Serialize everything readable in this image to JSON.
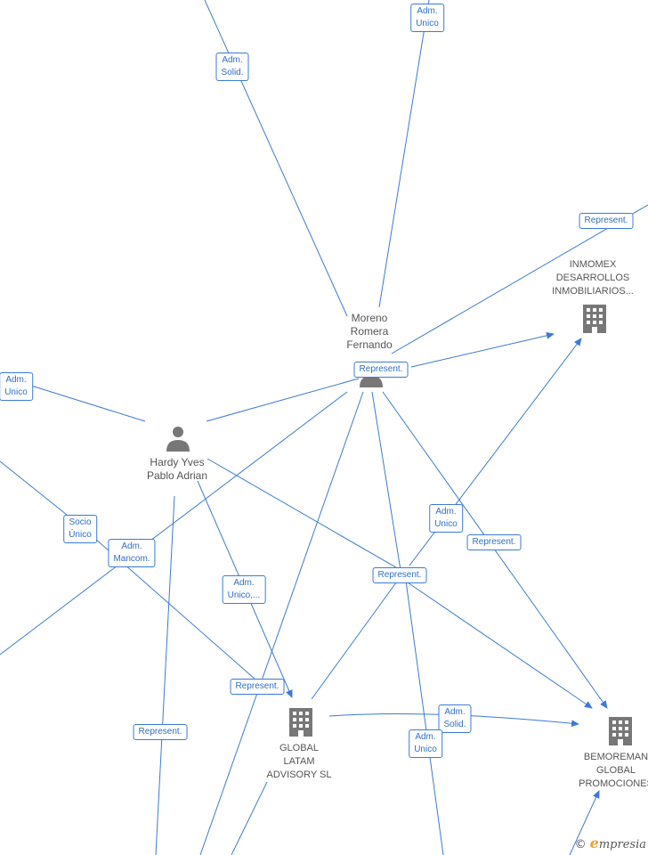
{
  "nodes": {
    "moreno": {
      "lines": [
        "Moreno",
        "Romera",
        "Fernando"
      ],
      "icon": "person-icon"
    },
    "hardy": {
      "lines": [
        "Hardy Yves",
        "Pablo Adrian"
      ],
      "icon": "person-icon"
    },
    "inmomex": {
      "lines": [
        "INMOMEX",
        "DESARROLLOS",
        "INMOBILIARIOS..."
      ],
      "icon": "building-icon"
    },
    "global_latam": {
      "lines": [
        "GLOBAL",
        "LATAM",
        "ADVISORY SL"
      ],
      "icon": "building-icon"
    },
    "bemoreman": {
      "lines": [
        "BEMOREMAN",
        "GLOBAL",
        "PROMOCIONES"
      ],
      "icon": "building-icon"
    }
  },
  "edge_labels": [
    {
      "id": "adm-solid-top",
      "lines": [
        "Adm.",
        "Solid."
      ]
    },
    {
      "id": "adm-unico-top",
      "lines": [
        "Adm.",
        "Unico"
      ]
    },
    {
      "id": "represent-top-right",
      "lines": [
        "Represent."
      ]
    },
    {
      "id": "represent-moreno",
      "lines": [
        "Represent."
      ]
    },
    {
      "id": "adm-unico-left",
      "lines": [
        "Adm.",
        "Unico"
      ]
    },
    {
      "id": "socio-unico",
      "lines": [
        "Socio",
        "Único"
      ]
    },
    {
      "id": "adm-mancom",
      "lines": [
        "Adm.",
        "Mancom."
      ]
    },
    {
      "id": "adm-unico-trunc",
      "lines": [
        "Adm.",
        "Unico,..."
      ]
    },
    {
      "id": "adm-unico-mid",
      "lines": [
        "Adm.",
        "Unico"
      ]
    },
    {
      "id": "represent-mid-right",
      "lines": [
        "Represent."
      ]
    },
    {
      "id": "represent-center",
      "lines": [
        "Represent."
      ]
    },
    {
      "id": "represent-global",
      "lines": [
        "Represent."
      ]
    },
    {
      "id": "represent-left-bottom",
      "lines": [
        "Represent."
      ]
    },
    {
      "id": "adm-solid-bottom",
      "lines": [
        "Adm.",
        "Solid."
      ]
    },
    {
      "id": "adm-unico-bottom",
      "lines": [
        "Adm.",
        "Unico"
      ]
    }
  ],
  "brand": {
    "copyright": "©",
    "e": "e",
    "rest": "mpresia"
  },
  "colors": {
    "edge": "#3a7bd5",
    "icon": "#777777",
    "text": "#555555"
  }
}
